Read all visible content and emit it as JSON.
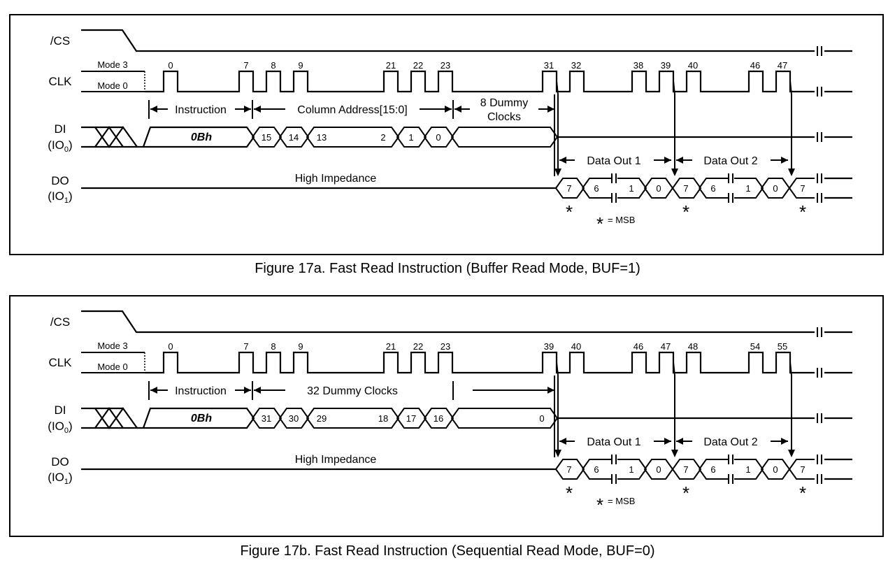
{
  "diagrams": [
    {
      "caption": "Figure 17a. Fast Read Instruction (Buffer Read Mode, BUF=1)",
      "signals": {
        "cs": "/CS",
        "clk": "CLK",
        "di": "DI",
        "di_sub": "(IO",
        "di_idx": "0",
        "do": "DO",
        "do_sub": "(IO",
        "do_idx": "1",
        "close": ")"
      },
      "modes": [
        "Mode 3",
        "Mode 0"
      ],
      "clock_numbers": [
        "0",
        "7",
        "8",
        "9",
        "21",
        "22",
        "23",
        "31",
        "32",
        "38",
        "39",
        "40",
        "46",
        "47"
      ],
      "instruction_label": "Instruction",
      "address_label": "Column Address[15:0]",
      "dummy_label": [
        "8 Dummy",
        "Clocks"
      ],
      "opcode": "0Bh",
      "di_bits": [
        "15",
        "14",
        "13",
        "2",
        "1",
        "0"
      ],
      "di_last_bit": "",
      "data_out_labels": [
        "Data Out 1",
        "Data Out 2"
      ],
      "high_impedance": "High Impedance",
      "do_bits": [
        "7",
        "6",
        "1",
        "0",
        "7",
        "6",
        "1",
        "0",
        "7"
      ],
      "star": "*",
      "msb_note": "= MSB"
    },
    {
      "caption": "Figure 17b. Fast Read Instruction (Sequential Read Mode, BUF=0)",
      "signals": {
        "cs": "/CS",
        "clk": "CLK",
        "di": "DI",
        "di_sub": "(IO",
        "di_idx": "0",
        "do": "DO",
        "do_sub": "(IO",
        "do_idx": "1",
        "close": ")"
      },
      "modes": [
        "Mode 3",
        "Mode 0"
      ],
      "clock_numbers": [
        "0",
        "7",
        "8",
        "9",
        "21",
        "22",
        "23",
        "39",
        "40",
        "46",
        "47",
        "48",
        "54",
        "55"
      ],
      "instruction_label": "Instruction",
      "address_label": "32 Dummy Clocks",
      "dummy_label": [
        "",
        ""
      ],
      "opcode": "0Bh",
      "di_bits": [
        "31",
        "30",
        "29",
        "18",
        "17",
        "16"
      ],
      "di_last_bit": "0",
      "data_out_labels": [
        "Data Out 1",
        "Data Out 2"
      ],
      "high_impedance": "High Impedance",
      "do_bits": [
        "7",
        "6",
        "1",
        "0",
        "7",
        "6",
        "1",
        "0",
        "7"
      ],
      "star": "*",
      "msb_note": "= MSB"
    }
  ]
}
